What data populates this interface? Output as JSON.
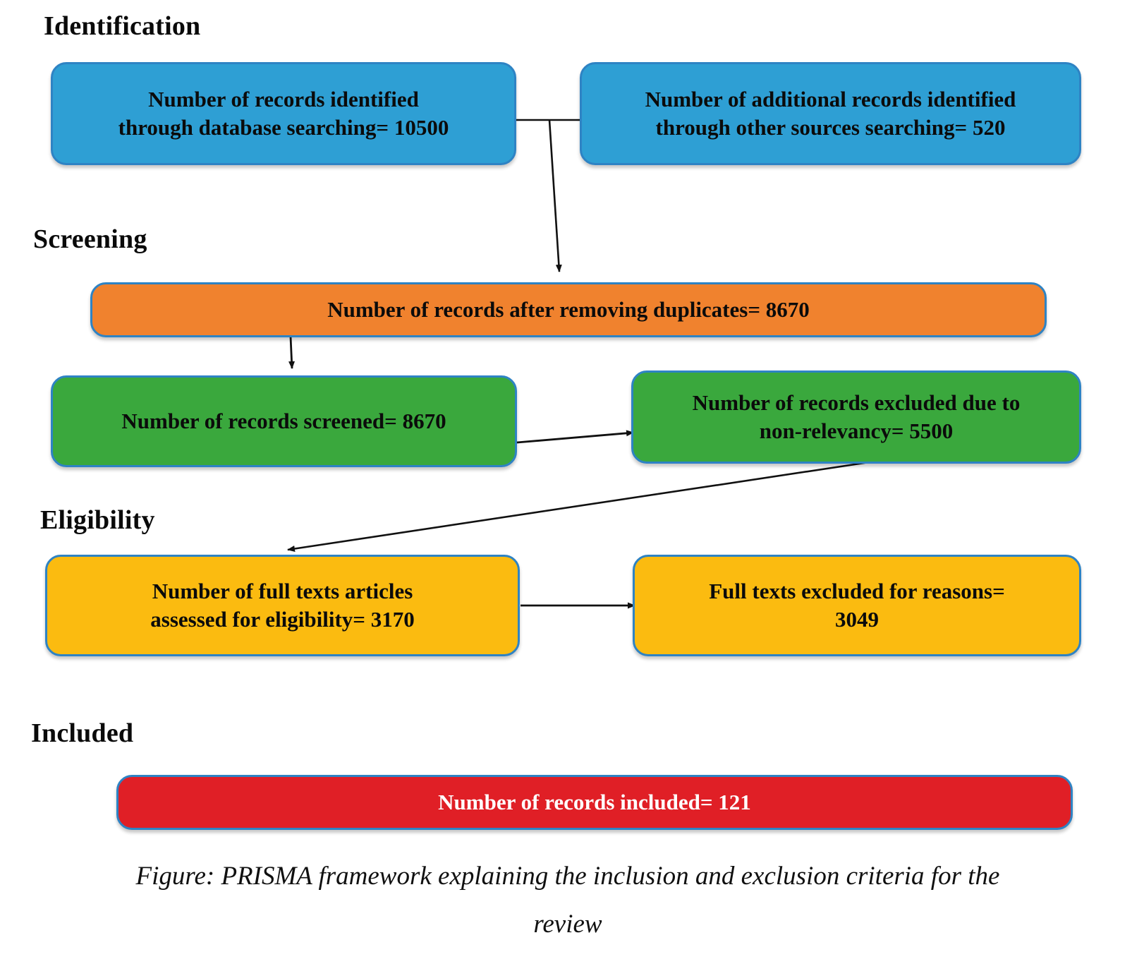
{
  "figure": {
    "type": "prisma-flow-diagram",
    "caption": "Figure: PRISMA framework explaining the inclusion and exclusion criteria for the review",
    "caption_line1": "Figure: PRISMA framework explaining the inclusion and exclusion criteria for the",
    "caption_line2": "review"
  },
  "stages": [
    {
      "id": "identification",
      "label": "Identification"
    },
    {
      "id": "screening",
      "label": "Screening"
    },
    {
      "id": "eligibility",
      "label": "Eligibility"
    },
    {
      "id": "included",
      "label": "Included"
    }
  ],
  "boxes": {
    "database_search": {
      "line1": "Number of records identified",
      "line2": "through database searching= 10500",
      "value": 10500,
      "color": "#2e9fd4"
    },
    "other_sources": {
      "line1": "Number of additional records identified",
      "line2": "through other sources searching= 520",
      "value": 520,
      "color": "#2e9fd4"
    },
    "after_duplicates": {
      "line1": "Number of records after removing duplicates= 8670",
      "value": 8670,
      "color": "#f0822e"
    },
    "records_screened": {
      "line1": "Number of records screened= 8670",
      "value": 8670,
      "color": "#3aa83d"
    },
    "records_excluded": {
      "line1": "Number of records excluded due to",
      "line2": "non-relevancy= 5500",
      "value": 5500,
      "color": "#3aa83d"
    },
    "full_texts_assessed": {
      "line1": "Number of full texts articles",
      "line2": "assessed for eligibility= 3170",
      "value": 3170,
      "color": "#fbbb10"
    },
    "full_texts_excluded": {
      "line1": "Full texts excluded for reasons=",
      "line2": "3049",
      "value": 3049,
      "color": "#fbbb10"
    },
    "records_included": {
      "line1": "Number of records included= 121",
      "value": 121,
      "color": "#e01f26"
    }
  },
  "colors": {
    "identification": "#2e9fd4",
    "screening_duplicates": "#f0822e",
    "screening_records": "#3aa83d",
    "eligibility": "#fbbb10",
    "included": "#e01f26",
    "box_border": "#2e83c4",
    "connector": "#1a1a1a",
    "background": "#ffffff"
  }
}
